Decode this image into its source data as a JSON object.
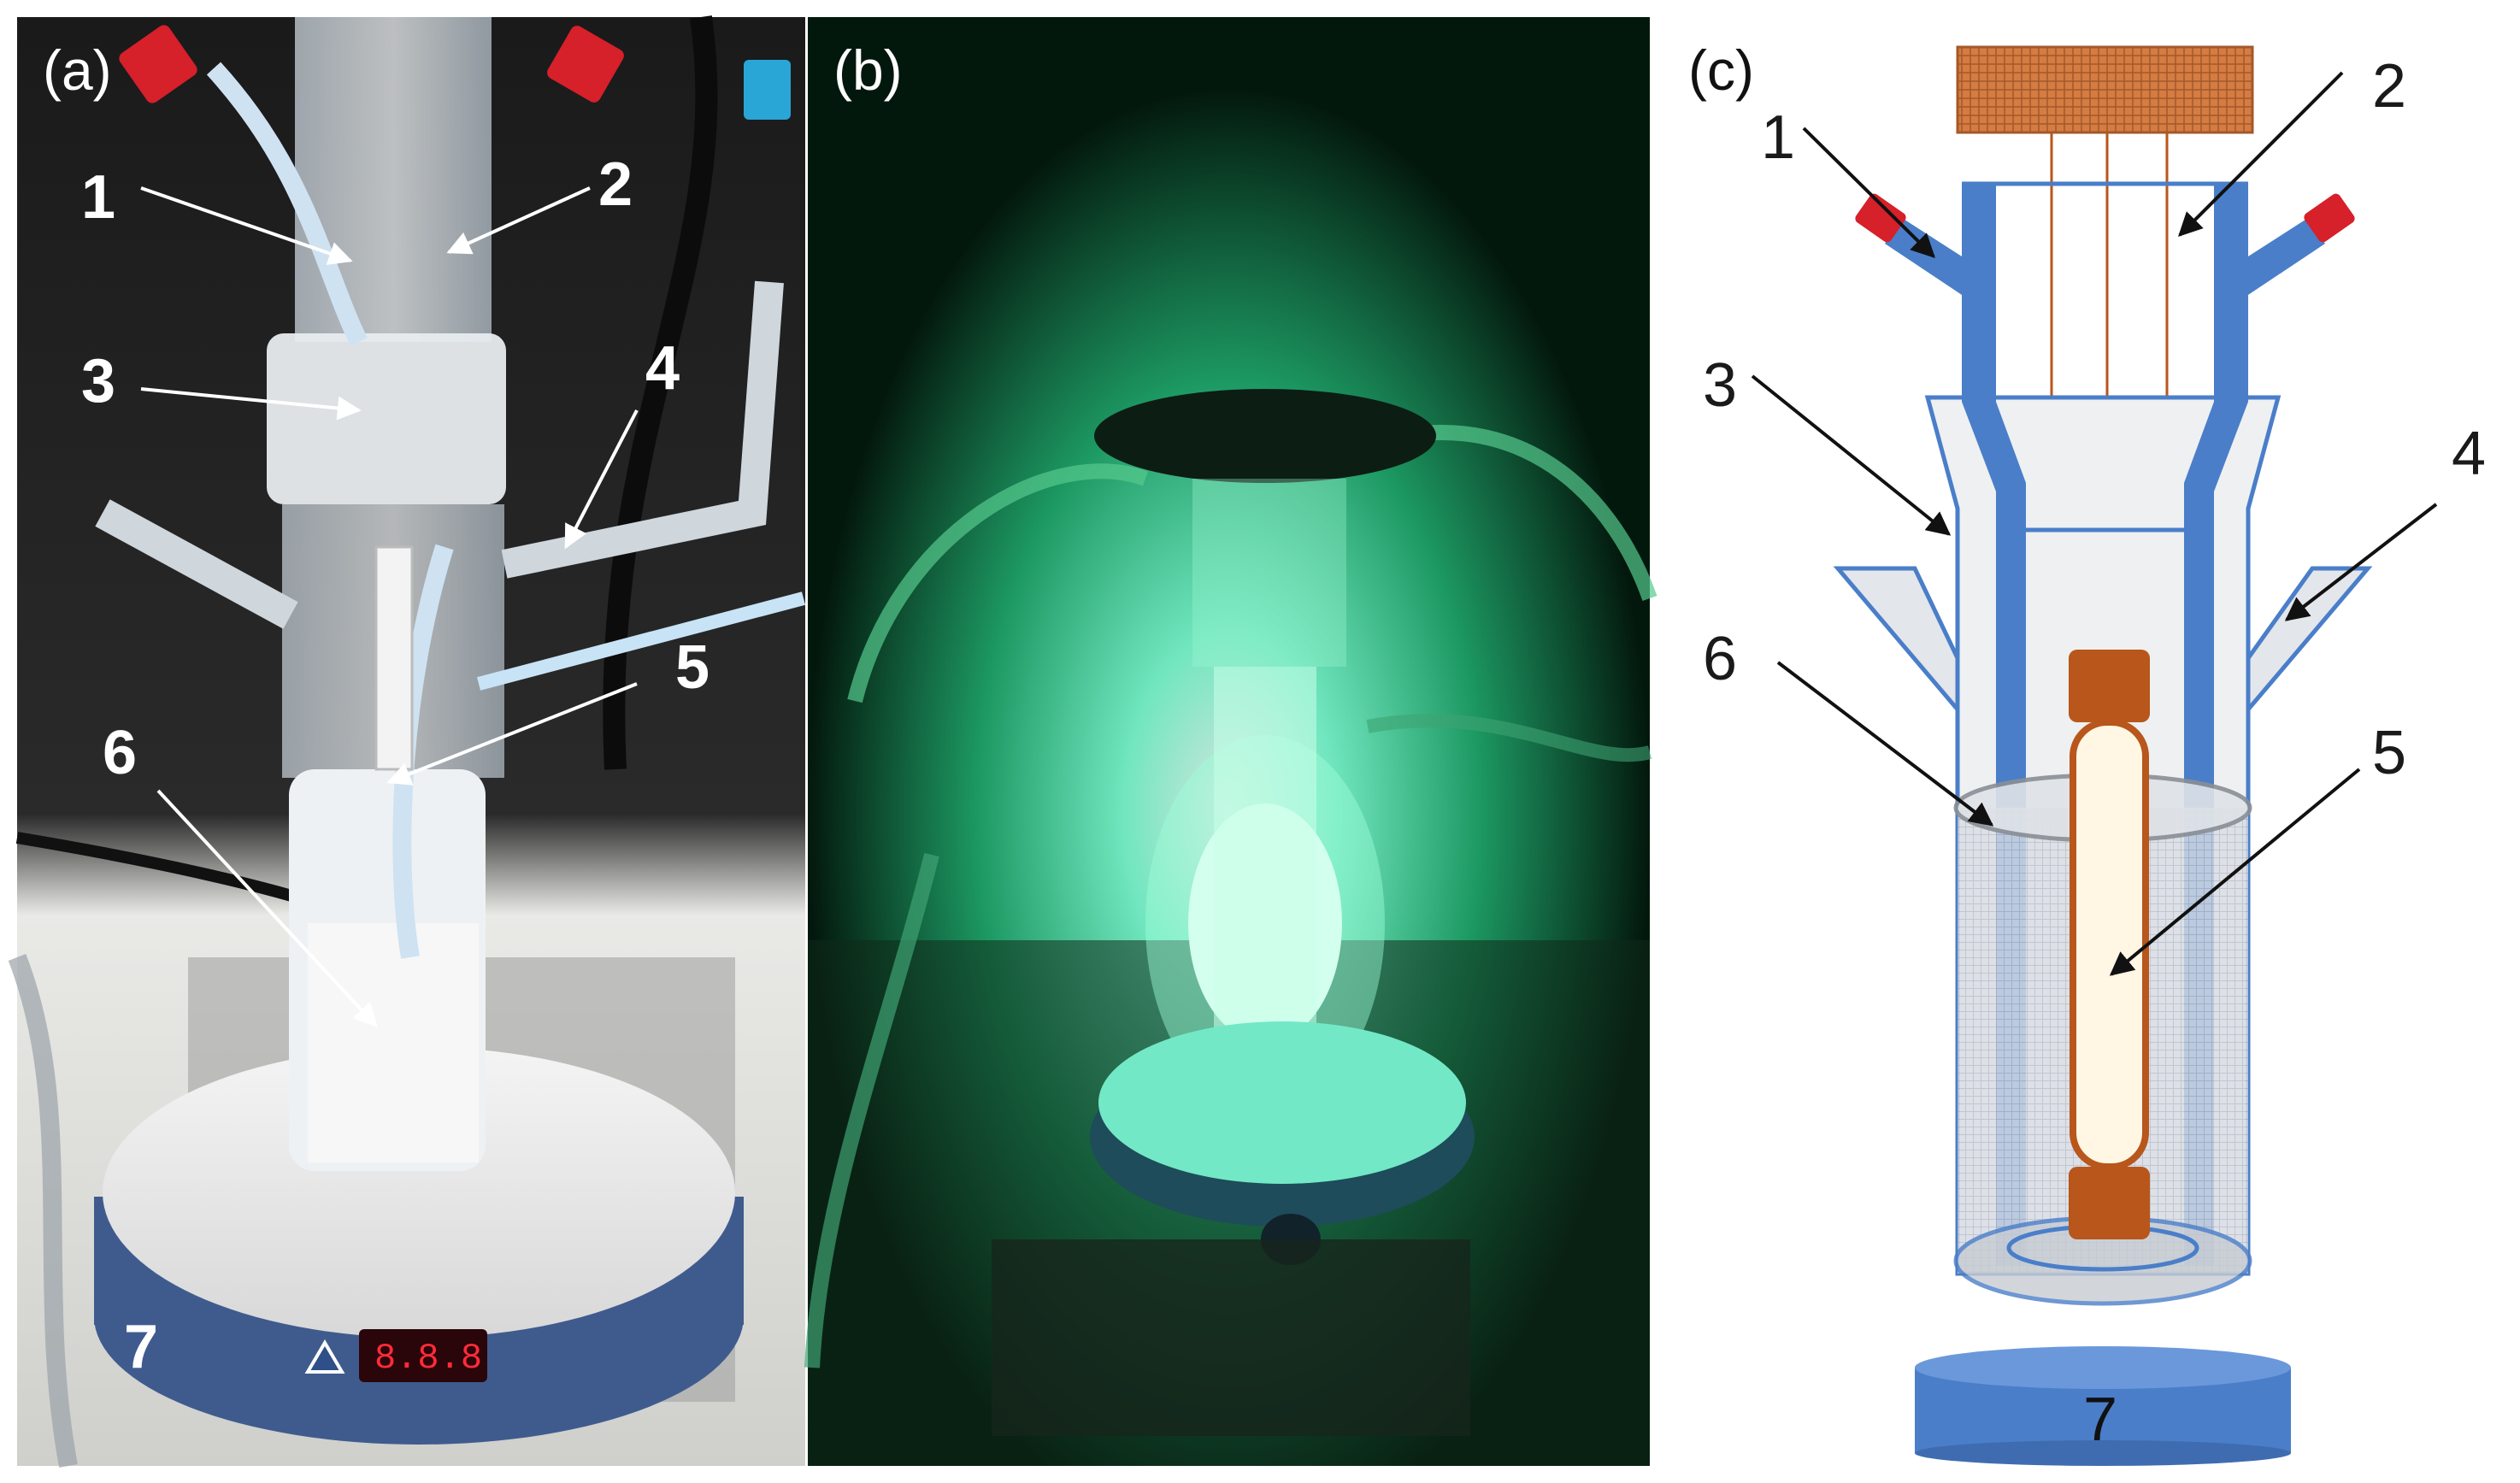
{
  "panels": {
    "a": {
      "label": "(a)",
      "callouts": [
        "1",
        "2",
        "3",
        "4",
        "5",
        "6",
        "7"
      ],
      "display_reading": "8.8.8"
    },
    "b": {
      "label": "(b)"
    },
    "c": {
      "label": "(c)",
      "callouts": [
        "1",
        "2",
        "3",
        "4",
        "5",
        "6",
        "7"
      ]
    }
  },
  "colors": {
    "glass_blue": "#4a7ec9",
    "cap_red": "#d6202a",
    "lamp_orange": "#b8561b",
    "lamp_body": "#fff6e4",
    "mesh_brown": "#c8713a",
    "led_green": "#3dffb0"
  }
}
